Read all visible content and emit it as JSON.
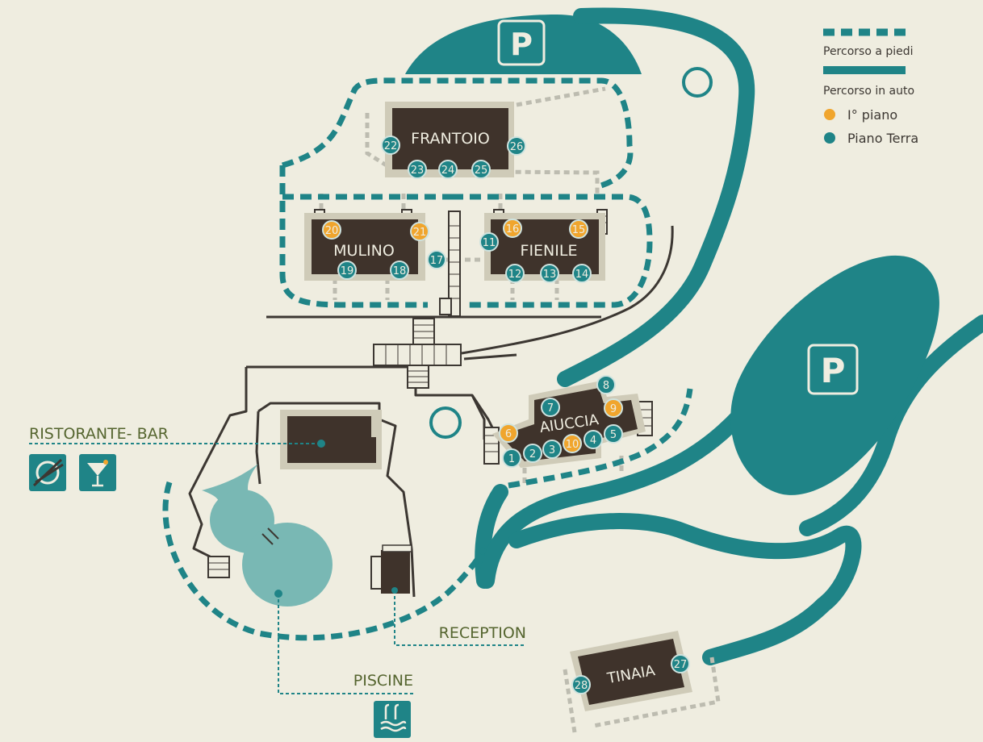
{
  "colors": {
    "background": "#efede0",
    "teal": "#1f8487",
    "orange": "#f0a52d",
    "building": "#3f332b",
    "building_border": "#cfcbb8",
    "pool": "#79b8b4",
    "label_green": "#55652f",
    "path_grey": "#bdbcb0",
    "line_dark": "#3c3732"
  },
  "legend": {
    "walking": "Percorso a piedi",
    "driving": "Percorso in auto",
    "first_floor": "I° piano",
    "ground_floor": "Piano Terra"
  },
  "parking": {
    "letter": "P"
  },
  "buildings": {
    "frantoio": "FRANTOIO",
    "mulino": "MULINO",
    "fienile": "FIENILE",
    "aiuccia": "AIUCCIA",
    "tinaia": "TINAIA"
  },
  "labels": {
    "ristorante": "RISTORANTE- BAR",
    "reception": "RECEPTION",
    "piscine": "PISCINE"
  },
  "icons": {
    "restaurant": "plate-cutlery-icon",
    "bar": "cocktail-icon",
    "pool": "swimming-pool-icon"
  },
  "rooms": [
    {
      "n": "1",
      "floor": "ground"
    },
    {
      "n": "2",
      "floor": "ground"
    },
    {
      "n": "3",
      "floor": "ground"
    },
    {
      "n": "4",
      "floor": "ground"
    },
    {
      "n": "5",
      "floor": "ground"
    },
    {
      "n": "6",
      "floor": "first"
    },
    {
      "n": "7",
      "floor": "ground"
    },
    {
      "n": "8",
      "floor": "ground"
    },
    {
      "n": "9",
      "floor": "first"
    },
    {
      "n": "10",
      "floor": "first"
    },
    {
      "n": "11",
      "floor": "ground"
    },
    {
      "n": "12",
      "floor": "ground"
    },
    {
      "n": "13",
      "floor": "ground"
    },
    {
      "n": "14",
      "floor": "ground"
    },
    {
      "n": "15",
      "floor": "first"
    },
    {
      "n": "16",
      "floor": "first"
    },
    {
      "n": "17",
      "floor": "ground"
    },
    {
      "n": "18",
      "floor": "ground"
    },
    {
      "n": "19",
      "floor": "ground"
    },
    {
      "n": "20",
      "floor": "first"
    },
    {
      "n": "21",
      "floor": "first"
    },
    {
      "n": "22",
      "floor": "ground"
    },
    {
      "n": "23",
      "floor": "ground"
    },
    {
      "n": "24",
      "floor": "ground"
    },
    {
      "n": "25",
      "floor": "ground"
    },
    {
      "n": "26",
      "floor": "ground"
    },
    {
      "n": "27",
      "floor": "ground"
    },
    {
      "n": "28",
      "floor": "ground"
    }
  ]
}
